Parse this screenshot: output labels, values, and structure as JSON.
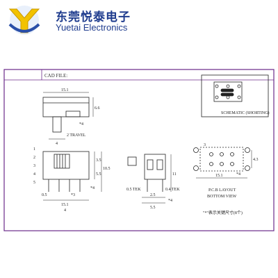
{
  "header": {
    "company_cn": "东莞悦泰电子",
    "company_en": "Yuetai Electronics"
  },
  "drawing": {
    "cad_label": "CAD FILE:",
    "schematic_caption": "SCHEMATIC (SHORTING)",
    "travel_note": "2 TRAVEL",
    "pcb_caption": "P.C.B LAYOUT",
    "bottom_view": "BOTTOM VIEW",
    "footnote": "\"*\"表示关键尺寸(8个)",
    "dims": {
      "top_width": "15.1",
      "top_height": "6.6",
      "stem": "4",
      "stem_right": "*4",
      "side_a": "3.5",
      "side_b": "5.5",
      "side_h": "10.5",
      "side_s": "*4",
      "bot_05": "0.5",
      "bot_3": "*3",
      "bot_total": "15.1",
      "bot_4": "4",
      "mid_h": "11",
      "mid_tek_l": "0.5 TEK",
      "mid_tek_r": "0.4 TEK",
      "mid_25": "2.5",
      "mid_55": "5.5",
      "mid_4": "*4",
      "pcb_3": "3",
      "pcb_43": "4.3",
      "pcb_151": "15.1",
      "pcb_4": "*4"
    },
    "callouts": [
      "1",
      "2",
      "3",
      "4",
      "5"
    ]
  },
  "colors": {
    "brand": "#1f3c8e",
    "logo_yellow": "#f2c200",
    "logo_blue": "#2a4fa8",
    "frame": "#6b2a8a"
  }
}
